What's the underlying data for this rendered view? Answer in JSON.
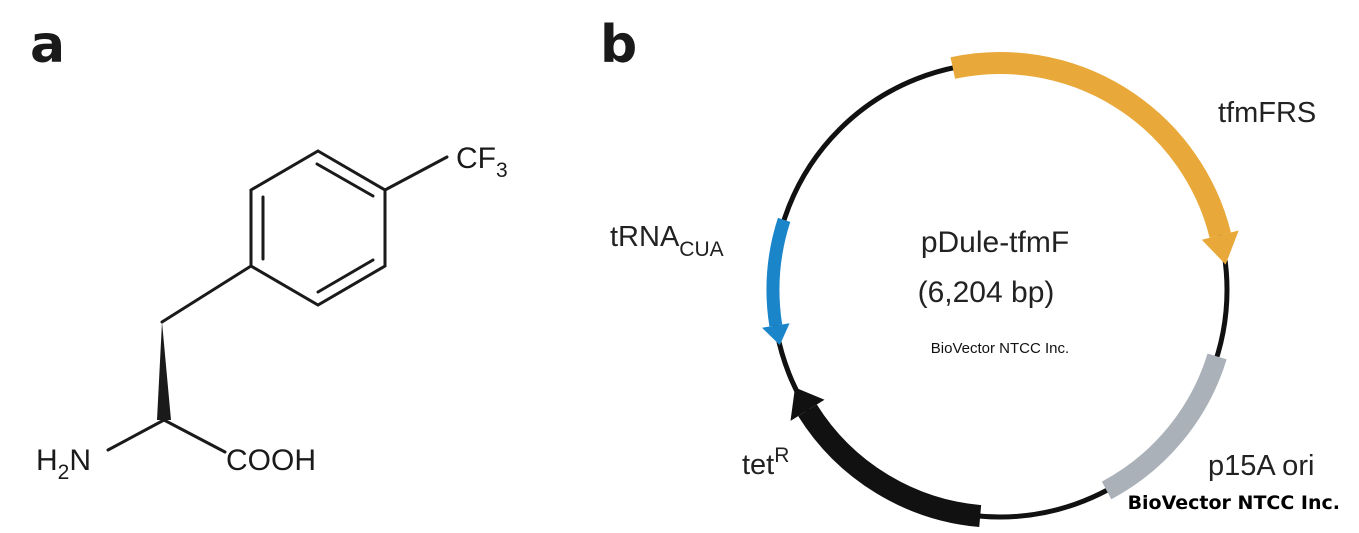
{
  "panel_a": {
    "letter": "a",
    "cf3": {
      "main": "CF",
      "sub": "3"
    },
    "amine": {
      "pre": "H",
      "sub": "2",
      "post": "N"
    },
    "acid": "COOH"
  },
  "panel_b": {
    "letter": "b",
    "plasmid_name": "pDule-tfmF",
    "plasmid_size": "(6,204 bp)",
    "features": {
      "tfmfrs": {
        "label": "tfmFRS",
        "color": "#e9a93a"
      },
      "trna": {
        "label": "tRNA",
        "sub": "CUA",
        "color": "#1a86c9"
      },
      "tetr": {
        "label": "tet",
        "sup": "R",
        "color": "#111111"
      },
      "p15a": {
        "label": "p15A ori",
        "color": "#aab1b8"
      }
    },
    "watermark_center": "BioVector NTCC Inc.",
    "watermark_corner": "BioVector NTCC Inc."
  }
}
